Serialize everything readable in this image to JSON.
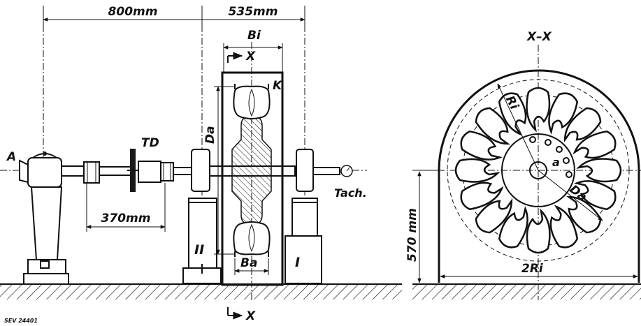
{
  "labels": {
    "dim_800": "800mm",
    "dim_535": "535mm",
    "dim_370": "370mm",
    "dim_570": "570 mm",
    "bi": "Bi",
    "ba": "Ba",
    "da_left": "Da",
    "da_right": "Da",
    "x_top": "X",
    "x_bottom": "X",
    "section": "X–X",
    "k": "K",
    "td": "TD",
    "a_upper": "A",
    "roman_2": "II",
    "roman_1": "I",
    "tach": "Tach.",
    "ri": "Ri",
    "a_lower": "a",
    "two_ri": "2Ri",
    "sev": "SEV 24401"
  }
}
